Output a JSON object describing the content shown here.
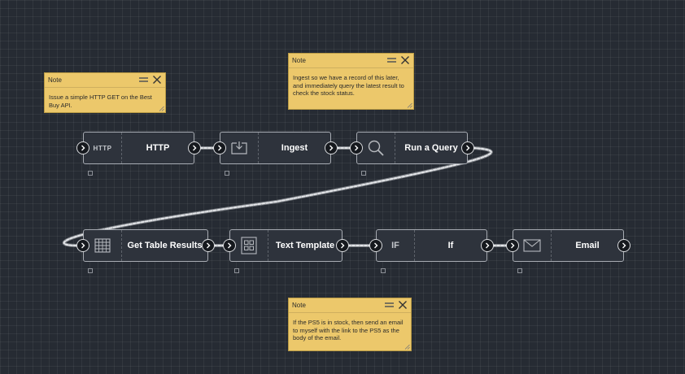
{
  "notes": [
    {
      "title": "Note",
      "text": "Issue a simple HTTP GET on the Best Buy API."
    },
    {
      "title": "Note",
      "text": "Ingest so we have a record of this later, and immediately query the latest result to check the stock status."
    },
    {
      "title": "Note",
      "text": "If the PS5 is in stock, then send an email to myself with the link to the PS5 as the body of the email."
    }
  ],
  "nodes": [
    {
      "label": "HTTP",
      "icon": "http-text-icon",
      "icon_text": "HTTP"
    },
    {
      "label": "Ingest",
      "icon": "ingest-icon"
    },
    {
      "label": "Run a Query",
      "icon": "search-icon"
    },
    {
      "label": "Get Table Results",
      "icon": "table-icon"
    },
    {
      "label": "Text Template",
      "icon": "template-icon"
    },
    {
      "label": "If",
      "icon": "if-text-icon",
      "icon_text": "IF"
    },
    {
      "label": "Email",
      "icon": "envelope-icon"
    }
  ],
  "colors": {
    "background": "#262b33",
    "node_fill": "#2e333c",
    "node_border": "#a8acb3",
    "note_fill": "#ecc86b",
    "wire": "#b9bcc1",
    "text": "#ffffff"
  }
}
